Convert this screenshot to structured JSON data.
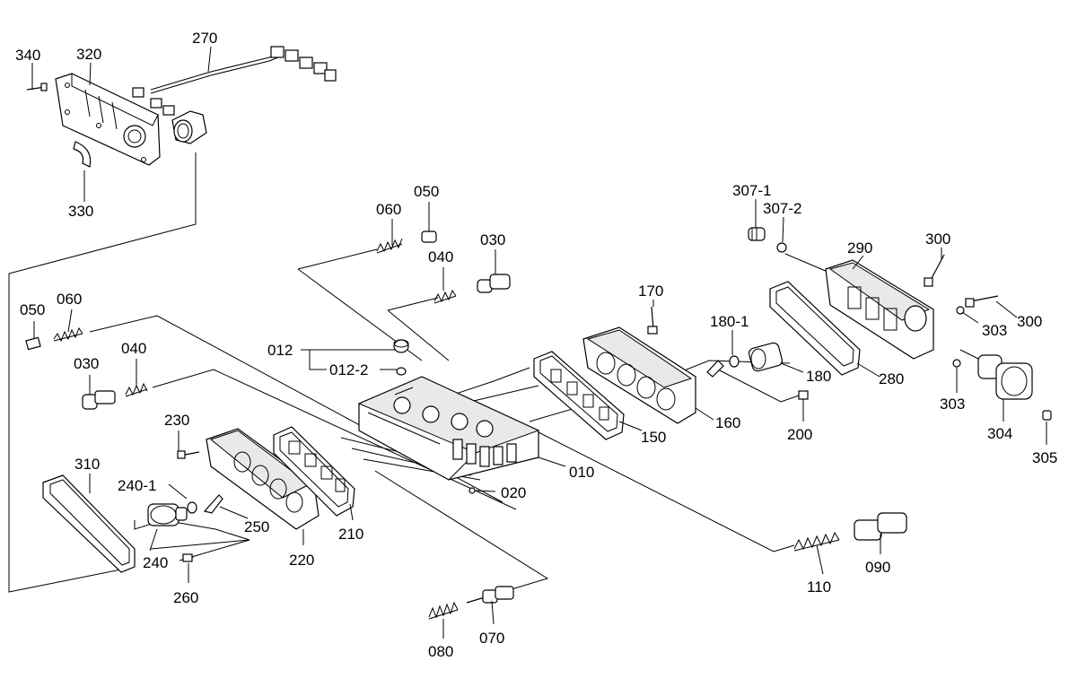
{
  "diagram": {
    "colors": {
      "line": "#000000",
      "background": "#ffffff",
      "part_fill": "#ffffff",
      "shade": "#e9e9e9"
    },
    "labels": {
      "p340": "340",
      "p320": "320",
      "p270": "270",
      "p330": "330",
      "p050a": "050",
      "p060a": "060",
      "p030a": "030",
      "p040a": "040",
      "p060b": "060",
      "p050b": "050",
      "p030b": "030",
      "p040b": "040",
      "p012": "012",
      "p0122": "012-2",
      "p230": "230",
      "p2401": "240-1",
      "p250": "250",
      "p240": "240",
      "p260": "260",
      "p310": "310",
      "p220": "220",
      "p210": "210",
      "p010": "010",
      "p020": "020",
      "p080": "080",
      "p070": "070",
      "p170": "170",
      "p1801": "180-1",
      "p180": "180",
      "p150": "150",
      "p160": "160",
      "p200": "200",
      "p3071": "307-1",
      "p3072": "307-2",
      "p290": "290",
      "p300a": "300",
      "p300b": "300",
      "p303a": "303",
      "p303b": "303",
      "p280": "280",
      "p304": "304",
      "p305": "305",
      "p110": "110",
      "p090": "090"
    }
  }
}
